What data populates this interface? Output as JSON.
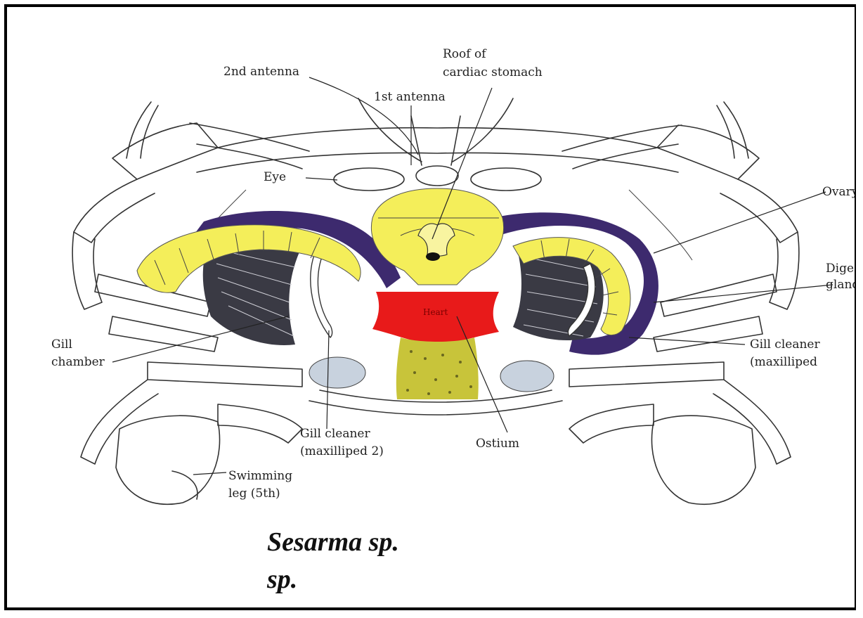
{
  "labels": {
    "second_antenna": "2nd antenna",
    "roof_cardiac_line1": "Roof of",
    "roof_cardiac_line2": "cardiac stomach",
    "first_antenna": "1st antenna",
    "eye": "Eye",
    "ovary": "Ovary",
    "digestive_gland_line1": "Diges",
    "digestive_gland_line2": "gland",
    "gill_chamber_line1": "Gill",
    "gill_chamber_line2": "chamber",
    "gill_cleaner_right_line1": "Gill cleaner",
    "gill_cleaner_right_line2": "(maxilliped",
    "gill_cleaner_2_line1": "Gill cleaner",
    "gill_cleaner_2_line2": "(maxilliped 2)",
    "ostium": "Ostium",
    "swimming_leg_line1": "Swimming",
    "swimming_leg_line2": "leg (5th)",
    "heart": "Heart"
  },
  "caption": {
    "line1": "Sesarma sp.",
    "line2": "sp."
  },
  "colors": {
    "digestive_gland": "#f4ee5a",
    "ovary": "#3d2a6e",
    "heart": "#e81a1a",
    "gill": "#3a3a44",
    "ostium_area": "#c8c43a",
    "frame": "#000000"
  }
}
